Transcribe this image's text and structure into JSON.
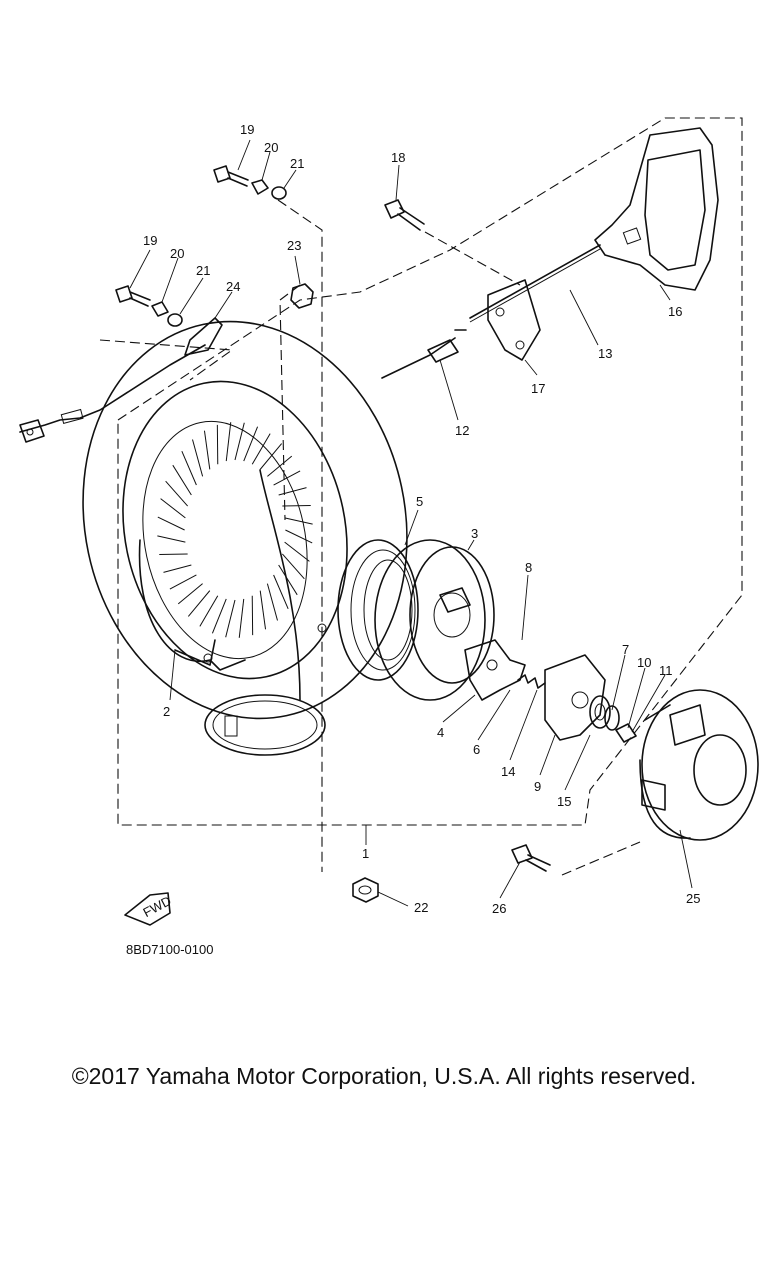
{
  "callouts": [
    {
      "id": "19a",
      "label": "19"
    },
    {
      "id": "20a",
      "label": "20"
    },
    {
      "id": "21a",
      "label": "21"
    },
    {
      "id": "18",
      "label": "18"
    },
    {
      "id": "19b",
      "label": "19"
    },
    {
      "id": "20b",
      "label": "20"
    },
    {
      "id": "21b",
      "label": "21"
    },
    {
      "id": "23",
      "label": "23"
    },
    {
      "id": "24",
      "label": "24"
    },
    {
      "id": "16",
      "label": "16"
    },
    {
      "id": "13",
      "label": "13"
    },
    {
      "id": "17",
      "label": "17"
    },
    {
      "id": "12",
      "label": "12"
    },
    {
      "id": "5",
      "label": "5"
    },
    {
      "id": "3",
      "label": "3"
    },
    {
      "id": "8",
      "label": "8"
    },
    {
      "id": "7",
      "label": "7"
    },
    {
      "id": "10",
      "label": "10"
    },
    {
      "id": "11",
      "label": "11"
    },
    {
      "id": "2",
      "label": "2"
    },
    {
      "id": "4",
      "label": "4"
    },
    {
      "id": "6",
      "label": "6"
    },
    {
      "id": "14",
      "label": "14"
    },
    {
      "id": "9",
      "label": "9"
    },
    {
      "id": "15",
      "label": "15"
    },
    {
      "id": "1",
      "label": "1"
    },
    {
      "id": "22",
      "label": "22"
    },
    {
      "id": "26",
      "label": "26"
    },
    {
      "id": "25",
      "label": "25"
    }
  ],
  "fwd_label": "FWD",
  "diagram_code": "8BD7100-0100",
  "copyright": "©2017 Yamaha Motor Corporation, U.S.A. All rights reserved."
}
